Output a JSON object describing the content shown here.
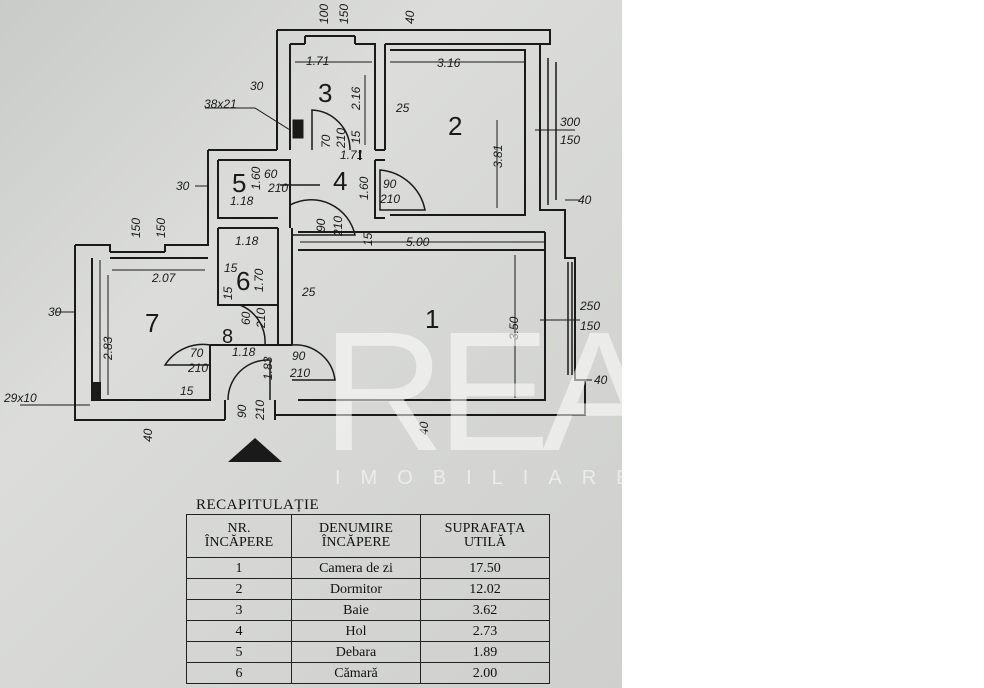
{
  "rooms": [
    {
      "num": "1"
    },
    {
      "num": "2"
    },
    {
      "num": "3"
    },
    {
      "num": "4"
    },
    {
      "num": "5"
    },
    {
      "num": "6"
    },
    {
      "num": "7"
    },
    {
      "num": "8"
    }
  ],
  "dimensions": {
    "d_100": "100",
    "d_150_top": "150",
    "d_40_top": "40",
    "d_171_top": "1.71",
    "d_316": "3.16",
    "d_30_a": "30",
    "d_216": "2.16",
    "d_25_a": "25",
    "d_38x21": "38x21",
    "d_70_210_a": "70",
    "d_210_a": "210",
    "d_15_a": "15",
    "d_171_mid": "1.71",
    "d_381": "3.81",
    "d_300": "300",
    "d_150_r1": "150",
    "d_30_b": "30",
    "d_160_a": "1.60",
    "d_60_210": "60",
    "d_210_b": "210",
    "d_160_b": "1.60",
    "d_90_210_a": "90",
    "d_210_c": "210",
    "d_118_a": "1.18",
    "d_40_r1": "40",
    "d_90_210_b": "90",
    "d_210_d": "210",
    "d_15_b": "15",
    "d_500": "5.00",
    "d_150_l1": "150",
    "d_150_l2": "150",
    "d_118_b": "1.18",
    "d_207": "2.07",
    "d_15_c": "15",
    "d_170": "1.70",
    "d_25_b": "25",
    "d_15_d": "15",
    "d_30_c": "30",
    "d_283": "2.83",
    "d_60_210_b": "60",
    "d_210_e": "210",
    "d_350": "3.50",
    "d_250": "250",
    "d_150_r2": "150",
    "d_70_b": "70",
    "d_210_f": "210",
    "d_118_c": "1.18",
    "d_183": "1.83",
    "d_90_c": "90",
    "d_210_g": "210",
    "d_40_r2": "40",
    "d_15_e": "15",
    "d_29x10": "29x10",
    "d_90_d": "90",
    "d_210_h": "210",
    "d_40_bl": "40",
    "d_40_bm": "40"
  },
  "watermark": {
    "logo": "REA",
    "text": "IMOBILIARE"
  },
  "recap": {
    "title": "RECAPITULAȚIE",
    "headers": [
      [
        "NR.",
        "ÎNCĂPERE"
      ],
      [
        "DENUMIRE",
        "ÎNCĂPERE"
      ],
      [
        "SUPRAFAȚA",
        "UTILĂ"
      ]
    ],
    "rows": [
      {
        "nr": "1",
        "name": "Camera de zi",
        "area": "17.50"
      },
      {
        "nr": "2",
        "name": "Dormitor",
        "area": "12.02"
      },
      {
        "nr": "3",
        "name": "Baie",
        "area": "3.62"
      },
      {
        "nr": "4",
        "name": "Hol",
        "area": "2.73"
      },
      {
        "nr": "5",
        "name": "Debara",
        "area": "1.89"
      },
      {
        "nr": "6",
        "name": "Cămară",
        "area": "2.00"
      }
    ]
  },
  "colors": {
    "paper": "#d6d7d4",
    "ink": "#1a1a1a",
    "watermark": "#ffffff"
  }
}
